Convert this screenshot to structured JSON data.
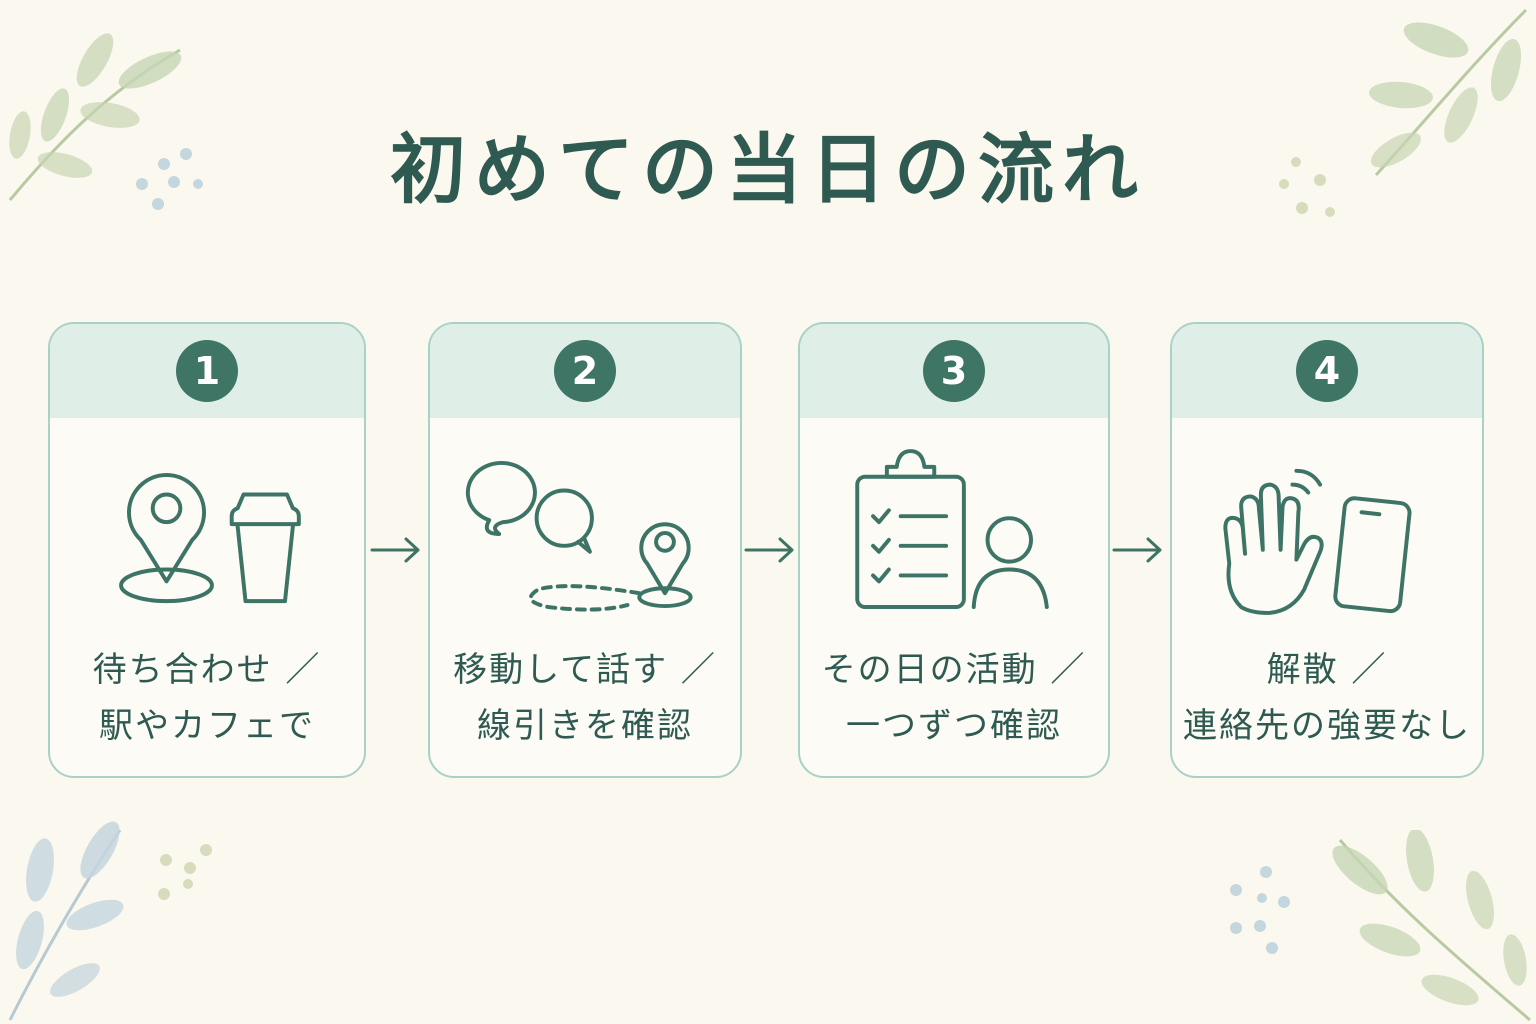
{
  "title": "初めての当日の流れ",
  "steps": [
    {
      "number": "1",
      "line1": "待ち合わせ ／",
      "line2": "駅やカフェで",
      "icon": "location-pin-and-coffee-cup"
    },
    {
      "number": "2",
      "line1": "移動して話す ／",
      "line2": "線引きを確認",
      "icon": "chat-bubbles-and-route"
    },
    {
      "number": "3",
      "line1": "その日の活動 ／",
      "line2": "一つずつ確認",
      "icon": "checklist-and-person"
    },
    {
      "number": "4",
      "line1": "解散 ／",
      "line2": "連絡先の強要なし",
      "icon": "waving-hand-and-phone"
    }
  ],
  "colors": {
    "background": "#fbf8ef",
    "title": "#2f5a52",
    "card_border": "#a9d1c5",
    "card_header": "#dfeee7",
    "number_badge": "#3e7565",
    "icon_stroke": "#3d7466",
    "leaf_green": "#c7d6b4",
    "leaf_blue": "#c4d6de"
  }
}
